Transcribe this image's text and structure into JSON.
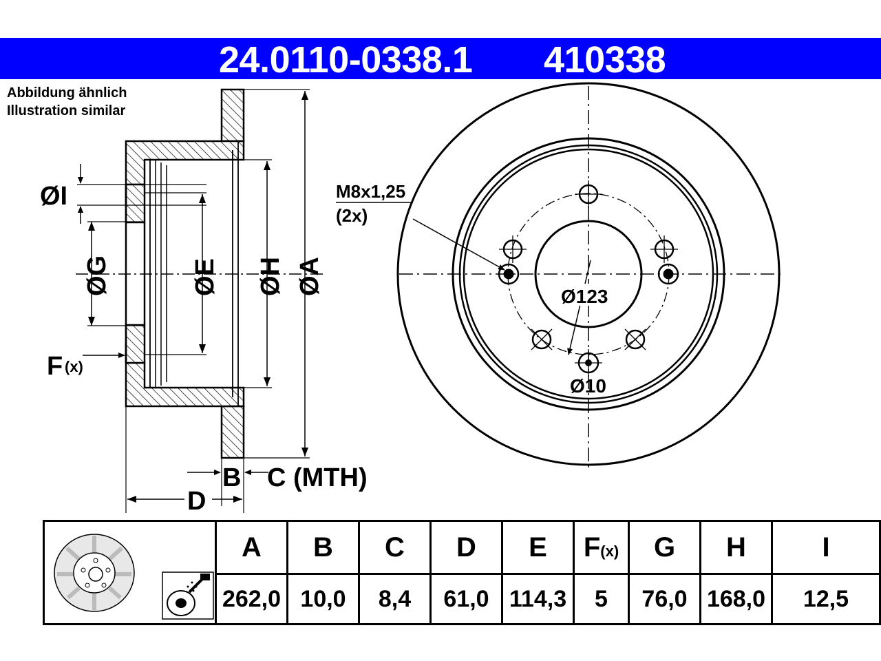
{
  "header": {
    "part_number": "24.0110-0338.1",
    "article_number": "410338",
    "color": "#0000ff"
  },
  "note": {
    "line1": "Abbildung ähnlich",
    "line2": "Illustration similar"
  },
  "drawing": {
    "labels": {
      "I": "ØI",
      "G": "ØG",
      "E": "ØE",
      "H": "ØH",
      "A": "ØA",
      "F": "F",
      "F_sub": "(x)",
      "B": "B",
      "C": "C (MTH)",
      "D": "D",
      "thread": "M8x1,25",
      "thread_count": "(2x)",
      "pcd": "Ø123",
      "hole": "Ø10"
    }
  },
  "table": {
    "headers": [
      "A",
      "B",
      "C",
      "D",
      "E",
      "F",
      "G",
      "H",
      "I"
    ],
    "f_subscript": "(x)",
    "values": [
      "262,0",
      "10,0",
      "8,4",
      "61,0",
      "114,3",
      "5",
      "76,0",
      "168,0",
      "12,5"
    ],
    "icons": [
      "brake-disc-icon",
      "bolt-spray-icon"
    ]
  }
}
